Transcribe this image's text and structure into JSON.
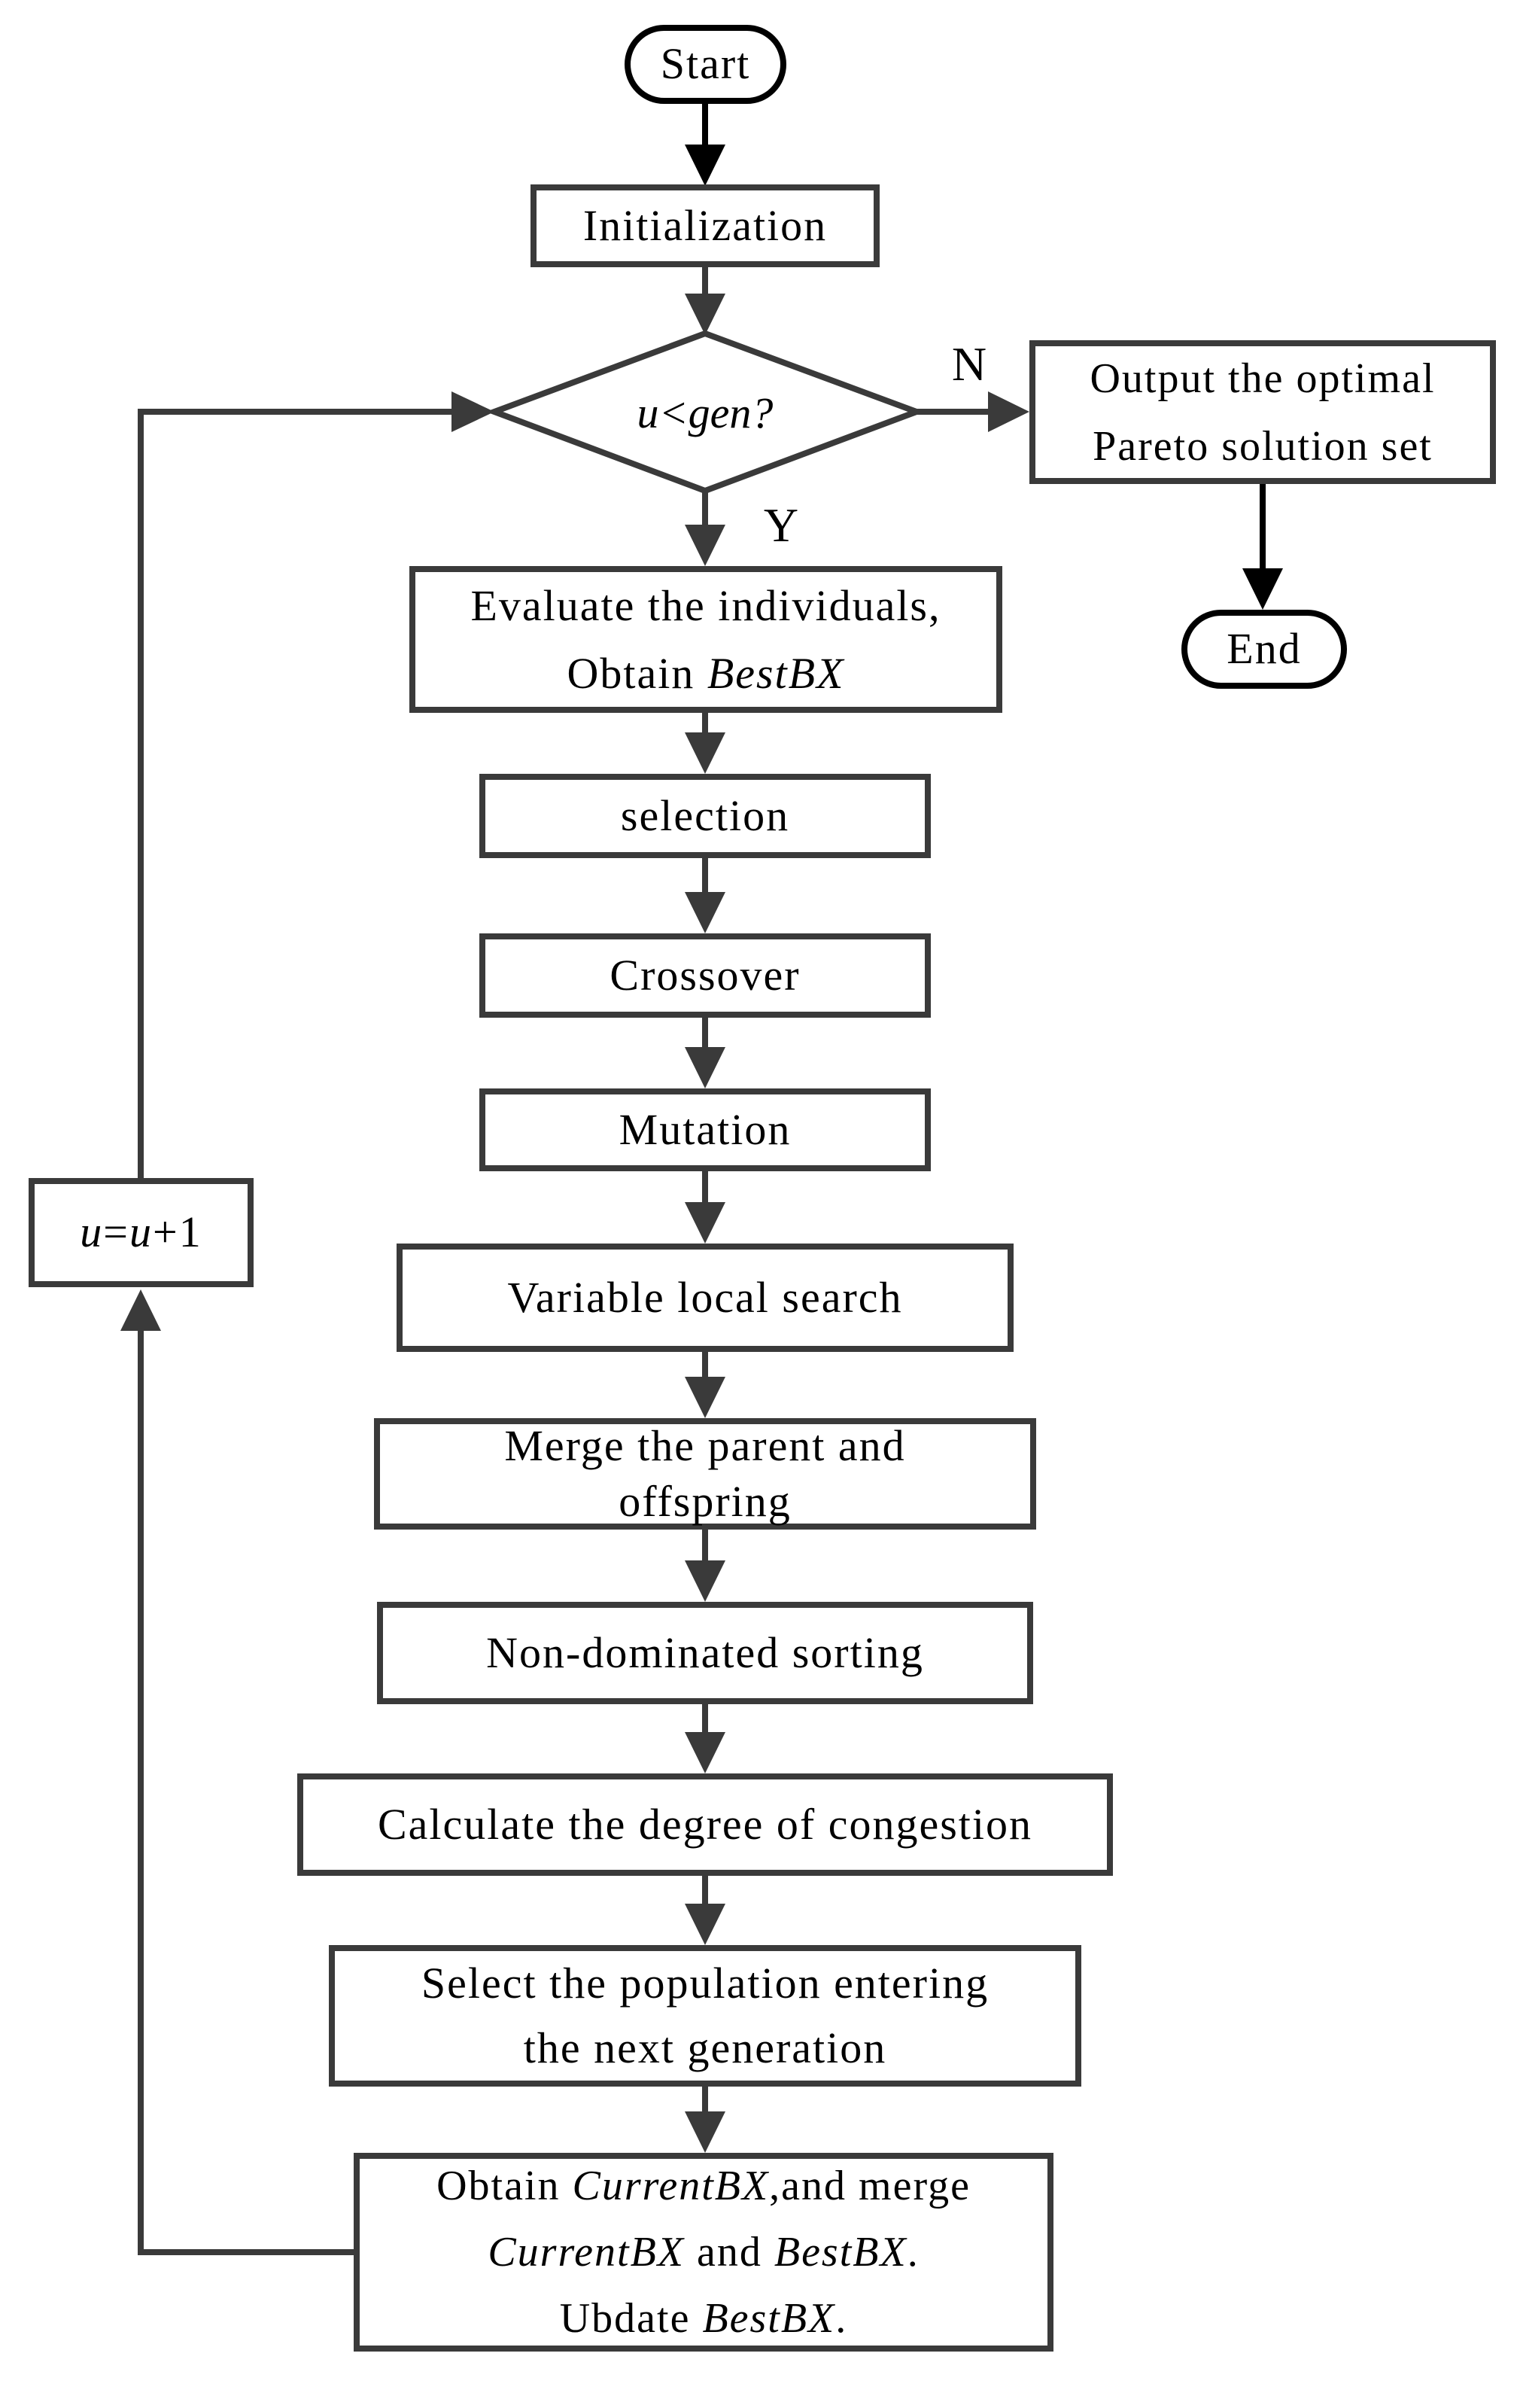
{
  "colors": {
    "stroke-gray": "#3a3a3a",
    "stroke-black": "#000000",
    "text": "#000000",
    "background": "#ffffff"
  },
  "nodes": {
    "start": {
      "label": "Start"
    },
    "init": {
      "label": "Initialization"
    },
    "decision": {
      "label": "u<gen?"
    },
    "branch_no": {
      "label": "N"
    },
    "branch_yes": {
      "label": "Y"
    },
    "output": {
      "line1": "Output the optimal",
      "line2": "Pareto solution set"
    },
    "end": {
      "label": "End"
    },
    "evaluate": {
      "line1": "Evaluate the individuals,",
      "line2_prefix": "Obtain ",
      "line2_italic": "BestBX"
    },
    "selection": {
      "label": "selection"
    },
    "crossover": {
      "label": "Crossover"
    },
    "mutation": {
      "label": "Mutation"
    },
    "local_search": {
      "label": "Variable local search"
    },
    "merge": {
      "line1": "Merge the parent and",
      "line2": "offspring"
    },
    "sorting": {
      "label": "Non-dominated sorting"
    },
    "congestion": {
      "label": "Calculate the degree of congestion"
    },
    "select_pop": {
      "line1": "Select the population entering",
      "line2": "the next generation"
    },
    "obtain": {
      "l1a": "Obtain ",
      "l1b": "CurrentBX",
      "l1c": ",and merge",
      "l2a": "CurrentBX",
      "l2b": " and ",
      "l2c": "BestBX",
      "l2d": ".",
      "l3a": "Ubdate ",
      "l3b": "BestBX",
      "l3c": "."
    },
    "increment": {
      "a": "u",
      "b": "=",
      "c": "u",
      "d": "+1"
    }
  }
}
